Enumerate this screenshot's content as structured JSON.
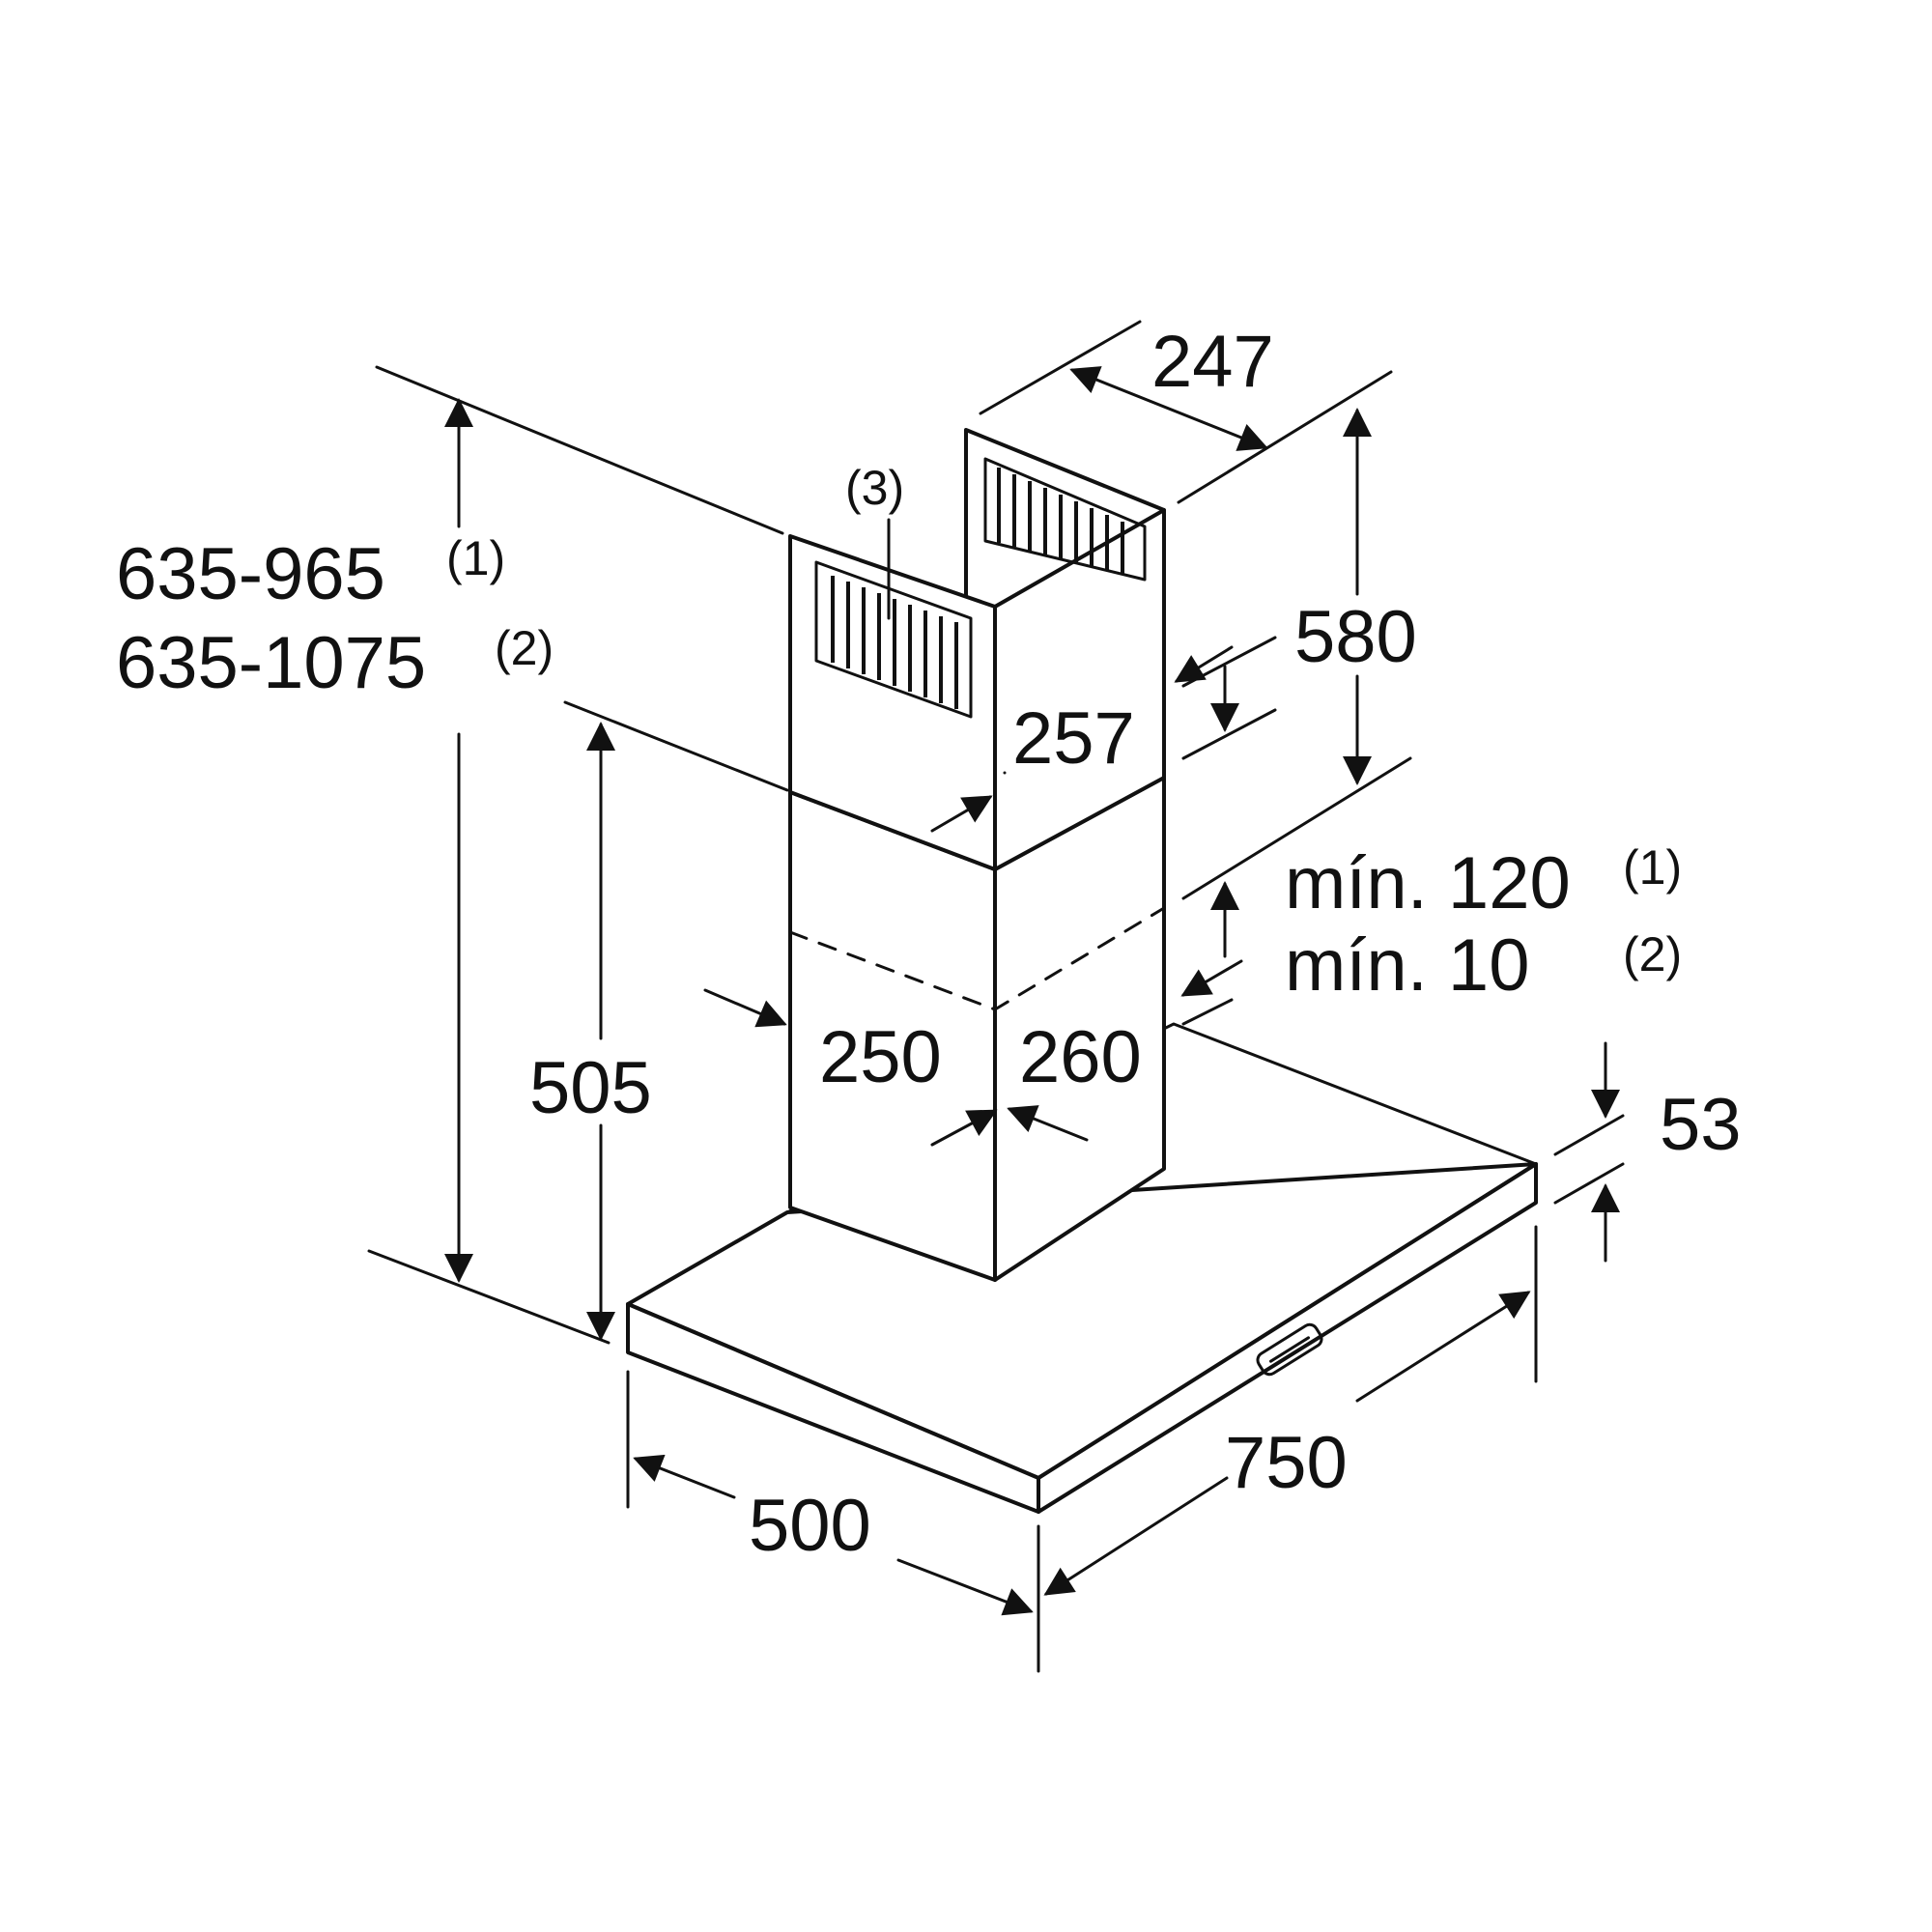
{
  "dimensions": {
    "total_height_range_1": "635-965",
    "total_height_range_2": "635-1075",
    "footnote_1": "(1)",
    "footnote_2": "(2)",
    "footnote_3": "(3)",
    "chimney_top_width": "247",
    "upper_chimney_height": "580",
    "upper_chimney_depth": "257",
    "overlap_min_1": "mín. 120",
    "overlap_min_2": "mín. 10",
    "lower_chimney_width": "250",
    "lower_chimney_depth": "260",
    "lower_height": "505",
    "canopy_thickness": "53",
    "canopy_width": "750",
    "canopy_depth": "500"
  }
}
